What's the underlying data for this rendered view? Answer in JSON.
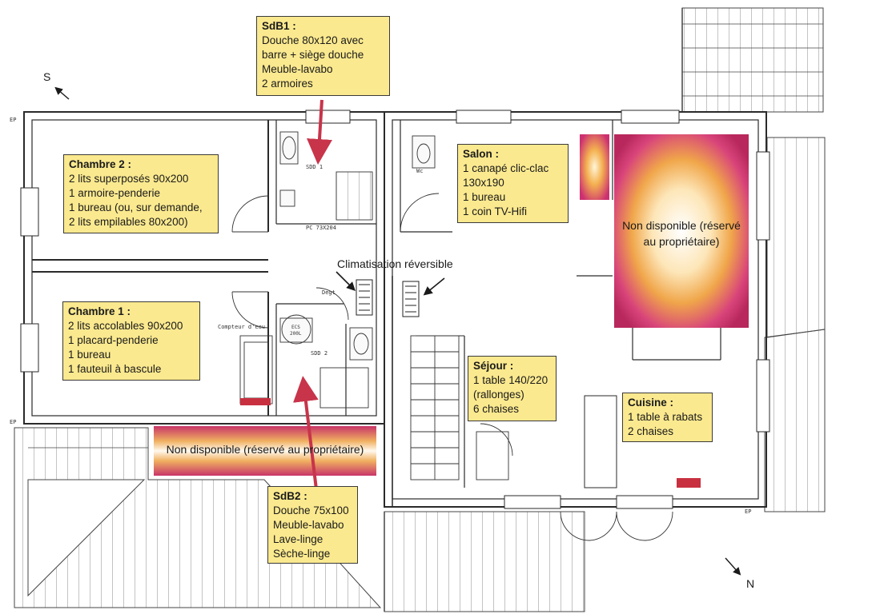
{
  "compass": {
    "south": "S",
    "north": "N"
  },
  "rooms": {
    "sdb1": {
      "title": "SdB1 :",
      "lines": [
        "Douche 80x120 avec",
        "barre + siège douche",
        "Meuble-lavabo",
        "2 armoires"
      ]
    },
    "chambre2": {
      "title": "Chambre 2 :",
      "lines": [
        "2 lits superposés 90x200",
        "1 armoire-penderie",
        "1 bureau (ou, sur demande,",
        "2 lits empilables 80x200)"
      ]
    },
    "chambre1": {
      "title": "Chambre 1 :",
      "lines": [
        "2 lits accolables 90x200",
        "1 placard-penderie",
        "1 bureau",
        "1 fauteuil à bascule"
      ]
    },
    "salon": {
      "title": "Salon :",
      "lines": [
        "1 canapé clic-clac",
        "130x190",
        "1 bureau",
        "1 coin TV-Hifi"
      ]
    },
    "sejour": {
      "title": "Séjour :",
      "lines": [
        "1 table 140/220",
        "(rallonges)",
        "6 chaises"
      ]
    },
    "cuisine": {
      "title": "Cuisine :",
      "lines": [
        "1 table à rabats",
        "2 chaises"
      ]
    },
    "sdb2": {
      "title": "SdB2 :",
      "lines": [
        "Douche 75x100",
        "Meuble-lavabo",
        "Lave-linge",
        "Sèche-linge"
      ]
    }
  },
  "unavailable": {
    "salon_zone": {
      "line1": "Non disponible (réservé",
      "line2": "au propriétaire)"
    },
    "corridor_zone": {
      "text": "Non disponible (réservé au propriétaire)"
    }
  },
  "labels": {
    "climatisation": "Climatisation réversible",
    "wc": "Wc",
    "sdd1": "SDD 1",
    "sdd2": "SDD 2",
    "ecs_line1": "ECS",
    "ecs_line2": "200L",
    "compteur": "Compteur d'eau",
    "degt": "Degt",
    "pc": "PC 73X204",
    "ep": "EP"
  },
  "colors": {
    "note_fill": "#fbe98f",
    "arrow": "#c8344a",
    "zone_edge": "#c0285a",
    "zone_mid": "#e8a040",
    "zone_center": "#fff8e8",
    "wall": "#2a2a2a"
  }
}
